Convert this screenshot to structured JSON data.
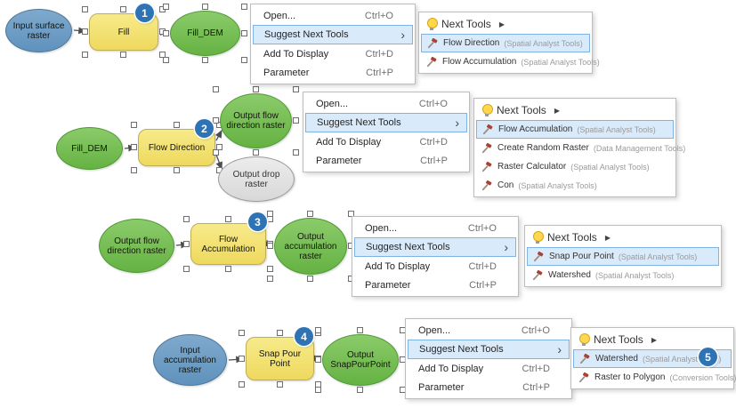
{
  "icons": {
    "lightbulb": "lightbulb-icon",
    "hammer": "tool-hammer-icon",
    "submenu_arrow": "›",
    "flyout_arrow": "▶"
  },
  "colors": {
    "input_data_blue": "#6FA0C8",
    "tool_yellow": "#F2E272",
    "output_data_green": "#77C155",
    "unused_output_gray": "#E3E3E3",
    "badge_blue": "#2E74B5",
    "menu_highlight": "#D9EAFB",
    "menu_highlight_border": "#7FB2E5"
  },
  "context_menu": {
    "items": [
      {
        "label": "Open...",
        "shortcut": "Ctrl+O"
      },
      {
        "label": "Suggest Next Tools",
        "has_submenu": true,
        "highlighted": true
      },
      {
        "label": "Add To Display",
        "shortcut": "Ctrl+D"
      },
      {
        "label": "Parameter",
        "shortcut": "Ctrl+P"
      }
    ]
  },
  "rows": [
    {
      "nodes": {
        "input": {
          "label": "Input surface raster"
        },
        "tool": {
          "label": "Fill",
          "badge": "1"
        },
        "output": {
          "label": "Fill_DEM"
        }
      },
      "submenu": {
        "header": "Next Tools",
        "items": [
          {
            "name": "Flow Direction",
            "category": "(Spatial Analyst Tools)",
            "highlighted": true
          },
          {
            "name": "Flow Accumulation",
            "category": "(Spatial Analyst Tools)"
          }
        ]
      }
    },
    {
      "nodes": {
        "input": {
          "label": "Fill_DEM"
        },
        "tool": {
          "label": "Flow Direction",
          "badge": "2"
        },
        "output": {
          "label": "Output flow direction raster"
        },
        "output2": {
          "label": "Output drop raster"
        }
      },
      "submenu": {
        "header": "Next Tools",
        "items": [
          {
            "name": "Flow Accumulation",
            "category": "(Spatial Analyst Tools)",
            "highlighted": true
          },
          {
            "name": "Create Random Raster",
            "category": "(Data Management Tools)"
          },
          {
            "name": "Raster Calculator",
            "category": "(Spatial Analyst Tools)"
          },
          {
            "name": "Con",
            "category": "(Spatial Analyst Tools)"
          }
        ]
      }
    },
    {
      "nodes": {
        "input": {
          "label": "Output flow direction raster"
        },
        "tool": {
          "label": "Flow Accumulation",
          "badge": "3"
        },
        "output": {
          "label": "Output accumulation raster"
        }
      },
      "submenu": {
        "header": "Next Tools",
        "items": [
          {
            "name": "Snap Pour Point",
            "category": "(Spatial Analyst Tools)",
            "highlighted": true
          },
          {
            "name": "Watershed",
            "category": "(Spatial Analyst Tools)"
          }
        ]
      }
    },
    {
      "nodes": {
        "input": {
          "label": "Input accumulation raster"
        },
        "tool": {
          "label": "Snap Pour Point",
          "badge": "4"
        },
        "output": {
          "label": "Output SnapPourPoint"
        }
      },
      "submenu": {
        "header": "Next Tools",
        "items": [
          {
            "name": "Watershed",
            "category": "(Spatial Analyst Tools)",
            "highlighted": true,
            "badge": "5"
          },
          {
            "name": "Raster to Polygon",
            "category": "(Conversion Tools)"
          }
        ]
      }
    }
  ]
}
